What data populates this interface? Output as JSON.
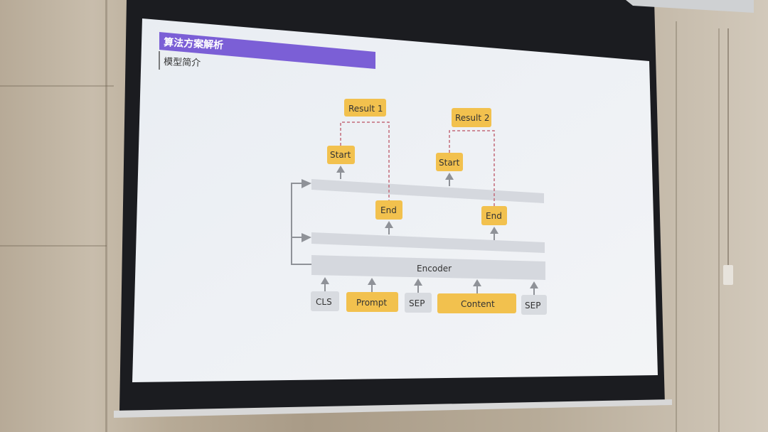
{
  "slide": {
    "title": "算法方案解析",
    "subtitle": "模型简介"
  },
  "diagram": {
    "results": [
      "Result 1",
      "Result 2"
    ],
    "start_labels": [
      "Start",
      "Start"
    ],
    "end_labels": [
      "End",
      "End"
    ],
    "encoder_label": "Encoder",
    "inputs": [
      "CLS",
      "Prompt",
      "SEP",
      "Content",
      "SEP"
    ]
  },
  "colors": {
    "accent_purple": "#7b5fd6",
    "box_yellow": "#f2c14e",
    "box_gray": "#d8dbe0",
    "bar_gray": "#d5d8de",
    "dashed_line": "#c46a7a",
    "arrow_gray": "#8f9298"
  }
}
